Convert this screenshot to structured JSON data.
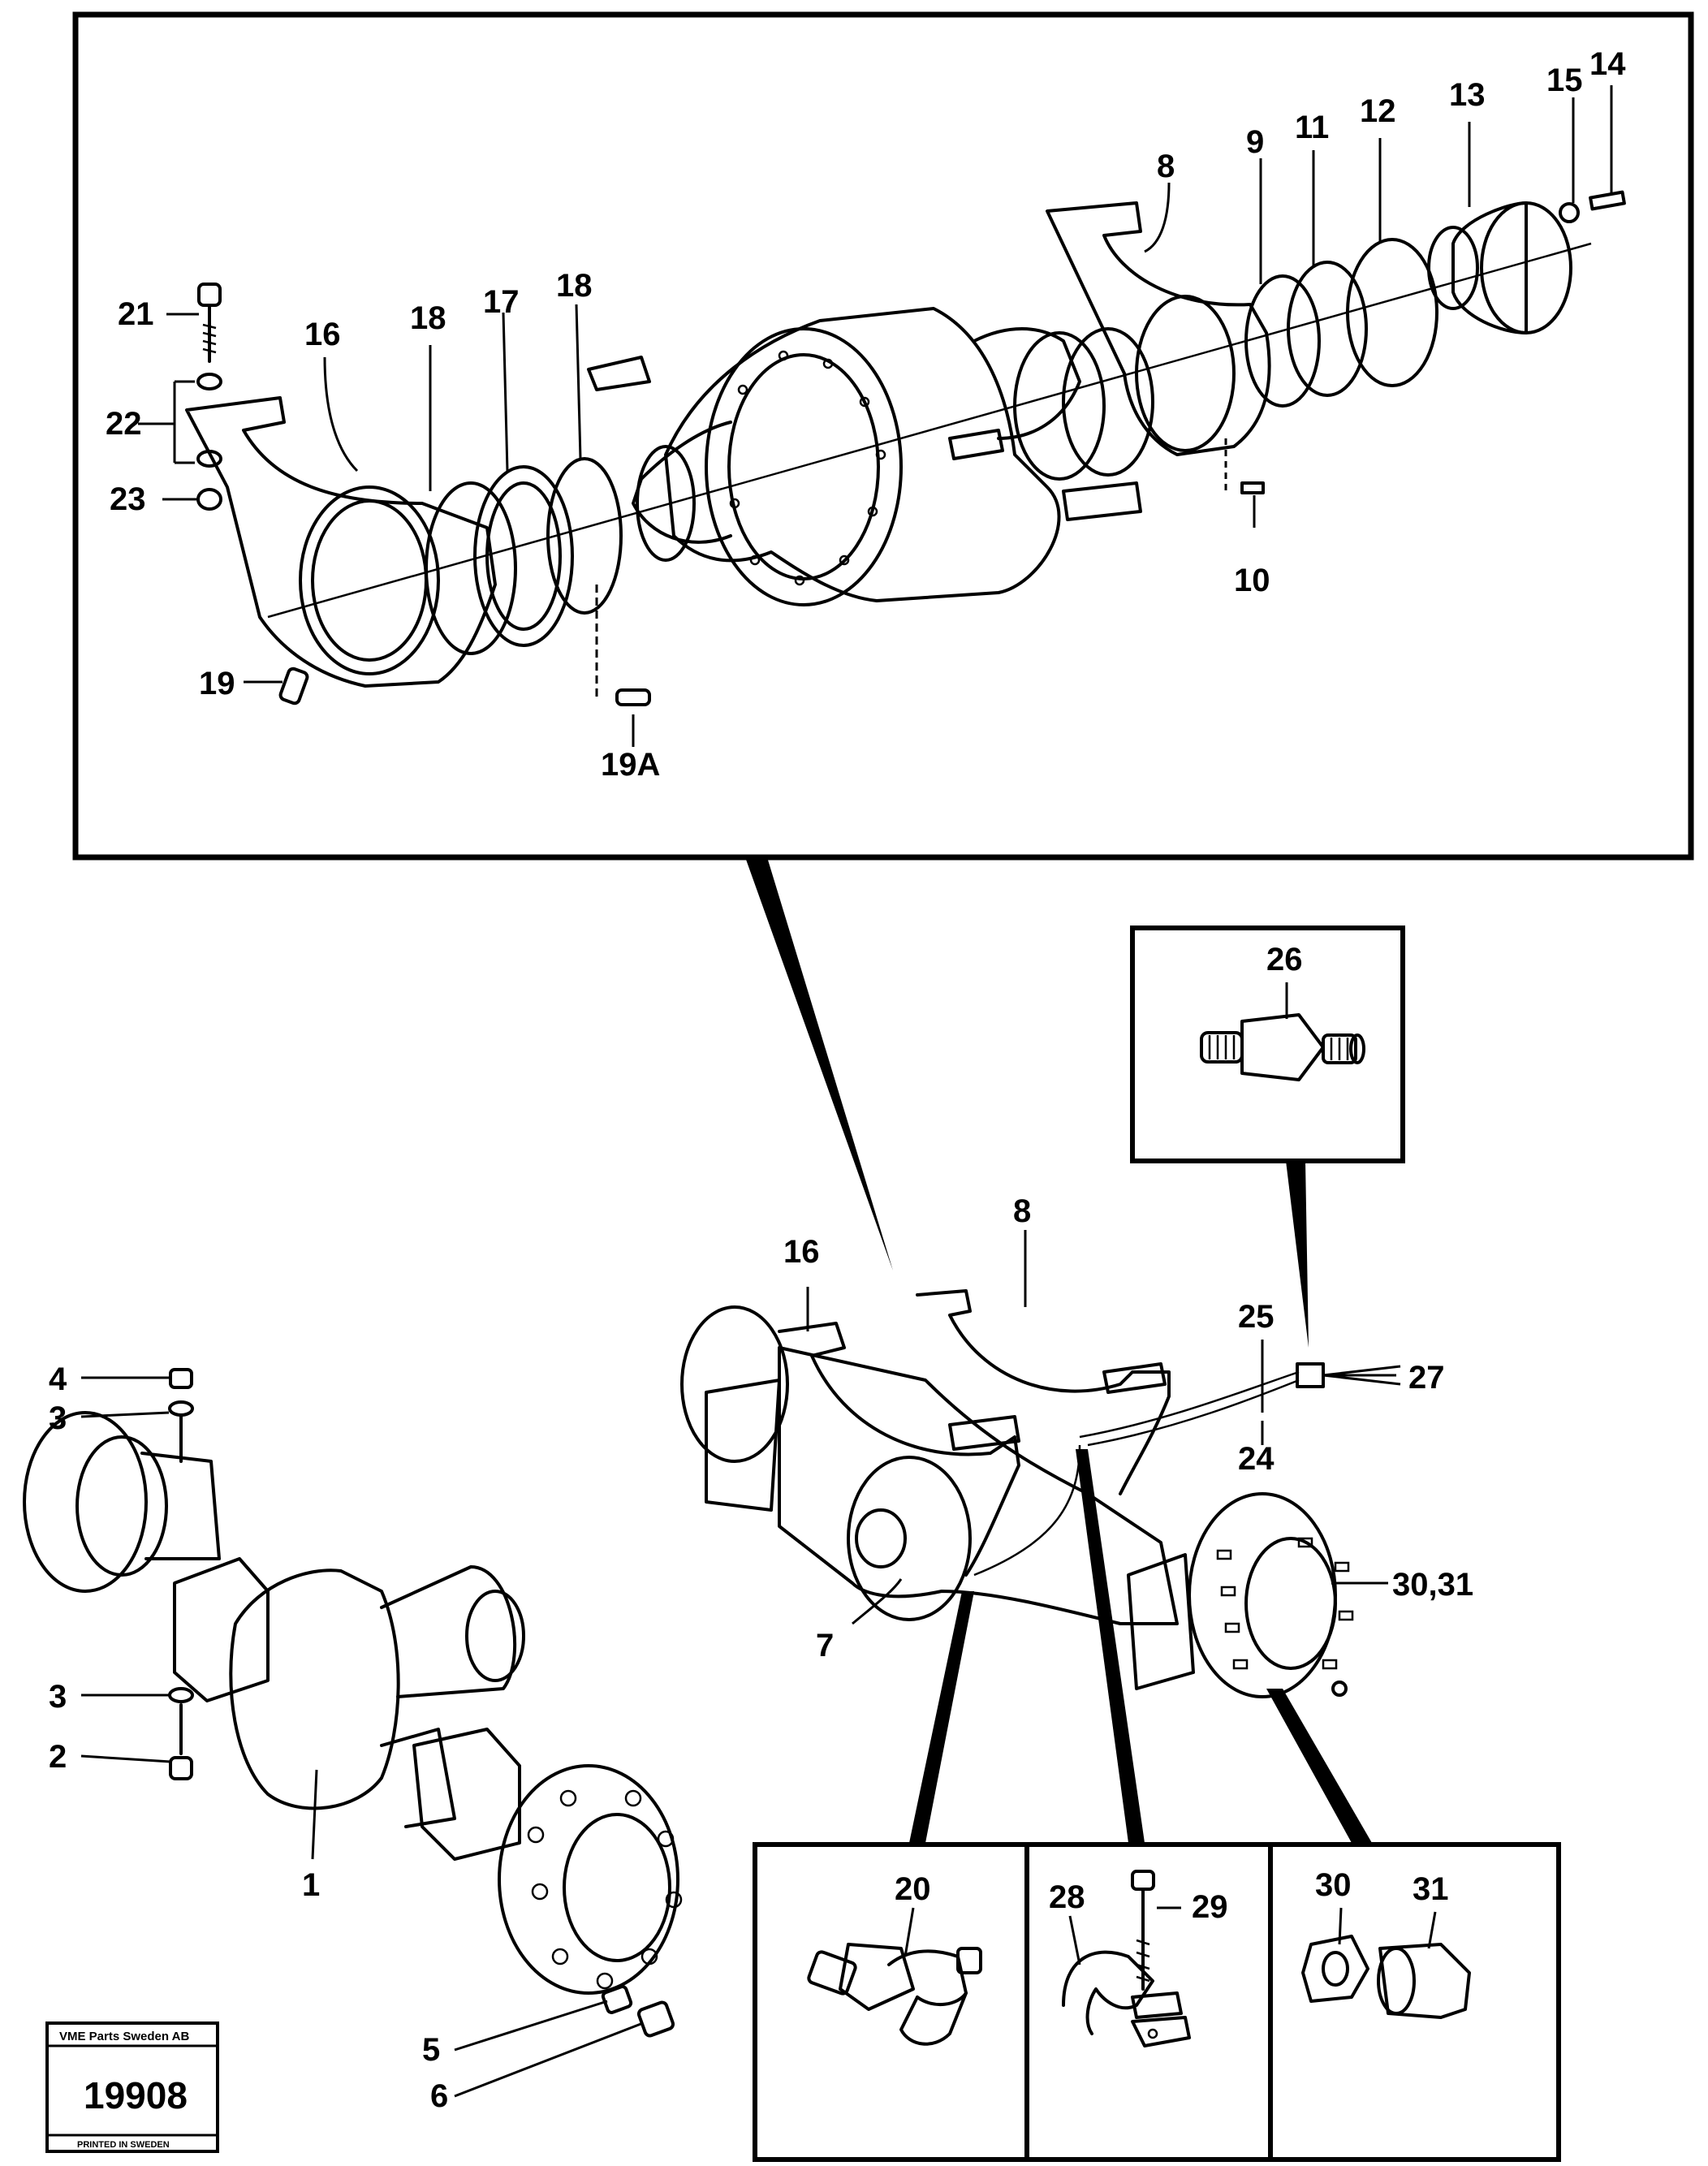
{
  "labels": {
    "l1": "1",
    "l2": "2",
    "l3a": "3",
    "l3b": "3",
    "l4": "4",
    "l5": "5",
    "l6": "6",
    "l7": "7",
    "l8a": "8",
    "l8b": "8",
    "l9": "9",
    "l10": "10",
    "l11": "11",
    "l12": "12",
    "l13": "13",
    "l14": "14",
    "l15": "15",
    "l16a": "16",
    "l16b": "16",
    "l17": "17",
    "l18a": "18",
    "l18b": "18",
    "l19": "19",
    "l19A": "19A",
    "l20": "20",
    "l21": "21",
    "l22": "22",
    "l23": "23",
    "l24": "24",
    "l25": "25",
    "l26": "26",
    "l27": "27",
    "l28": "28",
    "l29": "29",
    "l30a": "30",
    "l30_31": "30,31",
    "l31": "31"
  },
  "stamp": {
    "company": "VME Parts Sweden AB",
    "number": "19908",
    "printed": "PRINTED IN SWEDEN"
  }
}
